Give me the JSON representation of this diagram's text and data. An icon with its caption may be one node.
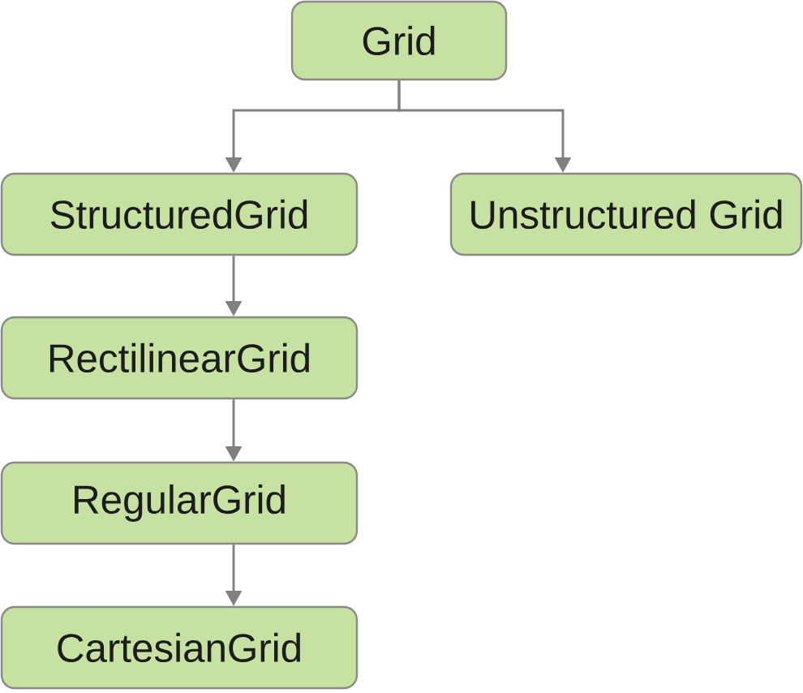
{
  "diagram": {
    "nodes": [
      {
        "text": [
          "Grid"
        ]
      },
      {
        "text": [
          "StructuredGrid"
        ]
      },
      {
        "text": [
          "Unstructured Grid"
        ]
      },
      {
        "text": [
          "RectilinearGrid"
        ]
      },
      {
        "text": [
          "RegularGrid"
        ]
      },
      {
        "text": [
          "CartesianGrid"
        ]
      }
    ],
    "edges": [
      {
        "from": 0,
        "to": 1,
        "arrow": "to"
      },
      {
        "from": 0,
        "to": 2,
        "arrow": "to"
      },
      {
        "from": 1,
        "to": 3,
        "arrow": "to"
      },
      {
        "from": 3,
        "to": 4,
        "arrow": "to"
      },
      {
        "from": 4,
        "to": 5,
        "arrow": "to"
      }
    ]
  }
}
